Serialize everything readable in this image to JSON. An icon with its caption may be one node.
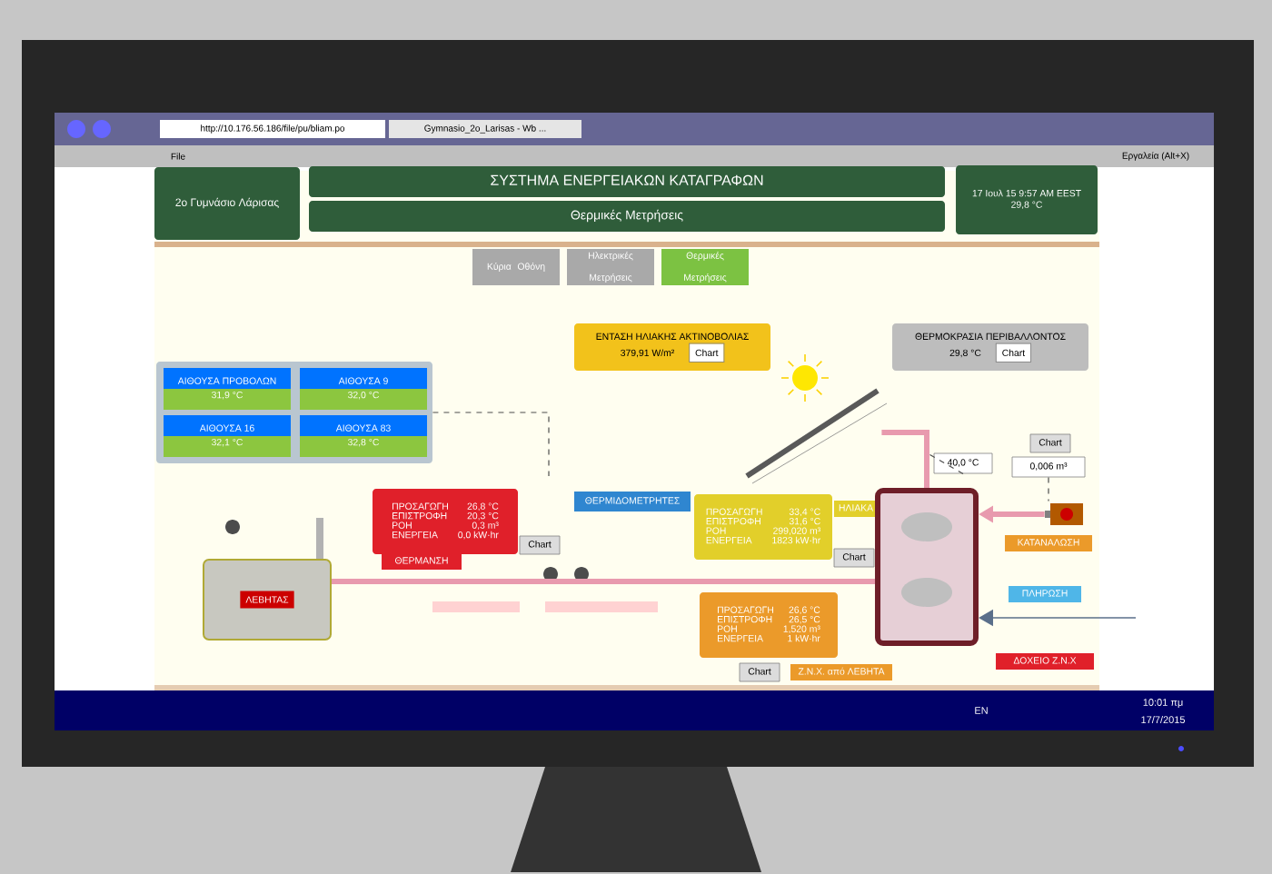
{
  "diagram": {
    "nodes": [
      {
        "text": [
          "2ο Γυμνάσιο Λάρισας"
        ]
      },
      {
        "text": [
          "ΣΥΣΤΗΜΑ ΕΝΕΡΓΕΙΑΚΩΝ ΚΑΤΑΓΡΑΦΩΝ"
        ]
      },
      {
        "text": [
          "Θερμικές Μετρήσεις"
        ]
      },
      {
        "text": [
          "17 Ιουλ 15 9:57 AM EEST",
          "29,8 °C"
        ]
      },
      {
        "text": [
          "Κύρια Οθόνη"
        ]
      },
      {
        "text": [
          "Ηλεκτρικές Μετρήσεις"
        ]
      },
      {
        "text": [
          "Θερμικές Μετρήσεις"
        ]
      },
      {
        "text": [],
        "shape": "box"
      },
      {
        "text": [
          "ΑΙΘΟΥΣΑ ΠΡΟΒΟΛΩΝ",
          "31,9 °C"
        ],
        "in": 7
      },
      {
        "text": [
          "ΑΙΘΟΥΣΑ 9",
          "32,0 °C"
        ],
        "in": 7
      },
      {
        "text": [
          "ΑΙΘΟΥΣΑ 16",
          "32,1 °C"
        ],
        "in": 7
      },
      {
        "text": [
          "ΑΙΘΟΥΣΑ 83",
          "32,8 °C"
        ],
        "in": 7
      },
      {
        "text": [
          "ΕΝΤΑΣΗ ΗΛΙΑΚΗΣ ΑΚΤΙΝΟΒΟΛΙΑΣ",
          "379,91 W/m²",
          "Chart"
        ]
      },
      {
        "text": [
          "ΘΕΡΜΟΚΡΑΣΙΑ ΠΕΡΙΒΑΛΛΟΝΤΟΣ",
          "29,8 °C",
          "Chart"
        ]
      },
      {
        "text": [
          "ΛΕΒΗΤΑΣ"
        ]
      },
      {
        "text": [
          "ΠΡΟΣΑΓΩΓΗ",
          "26,8 °C",
          "ΕΠΙΣΤΡΟΦΗ",
          "20,3 °C",
          "ΡΟΗ",
          "0,3 m³",
          "ΕΝΕΡΓΕΙΑ",
          "0,0 kW·hr"
        ]
      },
      {
        "text": [
          "ΘΕΡΜΑΝΣΗ"
        ]
      },
      {
        "text": [
          "Chart"
        ]
      },
      {
        "text": [
          "ΘΕΡΜΙΔΟΜΕΤΡΗΤΕΣ"
        ]
      },
      {
        "text": [
          "ΠΡΟΣΑΓΩΓΗ",
          "33,4 °C",
          "ΕΠΙΣΤΡΟΦΗ",
          "31,6 °C",
          "ΡΟΗ",
          "299,020 m³",
          "ΕΝΕΡΓΕΙΑ",
          "1823 kW·hr"
        ]
      },
      {
        "text": [
          "Chart"
        ]
      },
      {
        "text": [
          "ΗΛΙΑΚΑ"
        ]
      },
      {
        "text": [
          "ΠΡΟΣΑΓΩΓΗ",
          "26,6 °C",
          "ΕΠΙΣΤΡΟΦΗ",
          "26,5 °C",
          "ΡΟΗ",
          "1,520 m³",
          "ΕΝΕΡΓΕΙΑ",
          "1 kW·hr"
        ]
      },
      {
        "text": [
          "Ζ.Ν.Χ. από ΛΕΒΗΤΑ"
        ]
      },
      {
        "text": [
          "Chart"
        ]
      },
      {
        "text": [],
        "shape": "picture"
      },
      {
        "text": [],
        "shape": "cylinder"
      },
      {
        "text": [
          "40,0 °C"
        ]
      },
      {
        "text": [
          "Chart"
        ]
      },
      {
        "text": [
          "0,006 m³"
        ]
      },
      {
        "text": [],
        "shape": "picture"
      },
      {
        "text": [
          "ΚΑΤΑΝΑΛΩΣΗ"
        ]
      },
      {
        "text": [
          "ΠΛΗΡΩΣΗ"
        ]
      },
      {
        "text": [
          "ΔΟΧΕΙΟ Ζ.Ν.Χ"
        ]
      }
    ],
    "edges": [
      {
        "from": 25,
        "to": 26,
        "arrow": "none",
        "style": "thick",
        "color": "#e89aae"
      },
      {
        "from": 14,
        "to": 26,
        "arrow": "none",
        "style": "thick",
        "color": "#e89aae"
      },
      {
        "from": 30,
        "to": 26,
        "arrow": "to",
        "style": "thick",
        "color": "#e89aae"
      },
      {
        "from": null,
        "to": 26,
        "arrow": "to",
        "color": "#5a6f8a"
      },
      {
        "from": 27,
        "to": 26,
        "arrow": "none",
        "style": "dashed",
        "color": "#4c4c4c"
      },
      {
        "from": 29,
        "to": 30,
        "arrow": "none",
        "style": "dashed",
        "color": "#4c4c4c"
      },
      {
        "from": 7,
        "to": null,
        "arrow": "none",
        "style": "dashed",
        "color": "#4c4c4c"
      }
    ],
    "labels": [
      "http://10.176.56.186/file/pu/bliam.po",
      "Gymnasio_2o_Larisas - Wb ...",
      "File",
      "Εργαλεία (Alt+X)",
      "EN",
      "10:01 πμ",
      "17/7/2015"
    ]
  }
}
